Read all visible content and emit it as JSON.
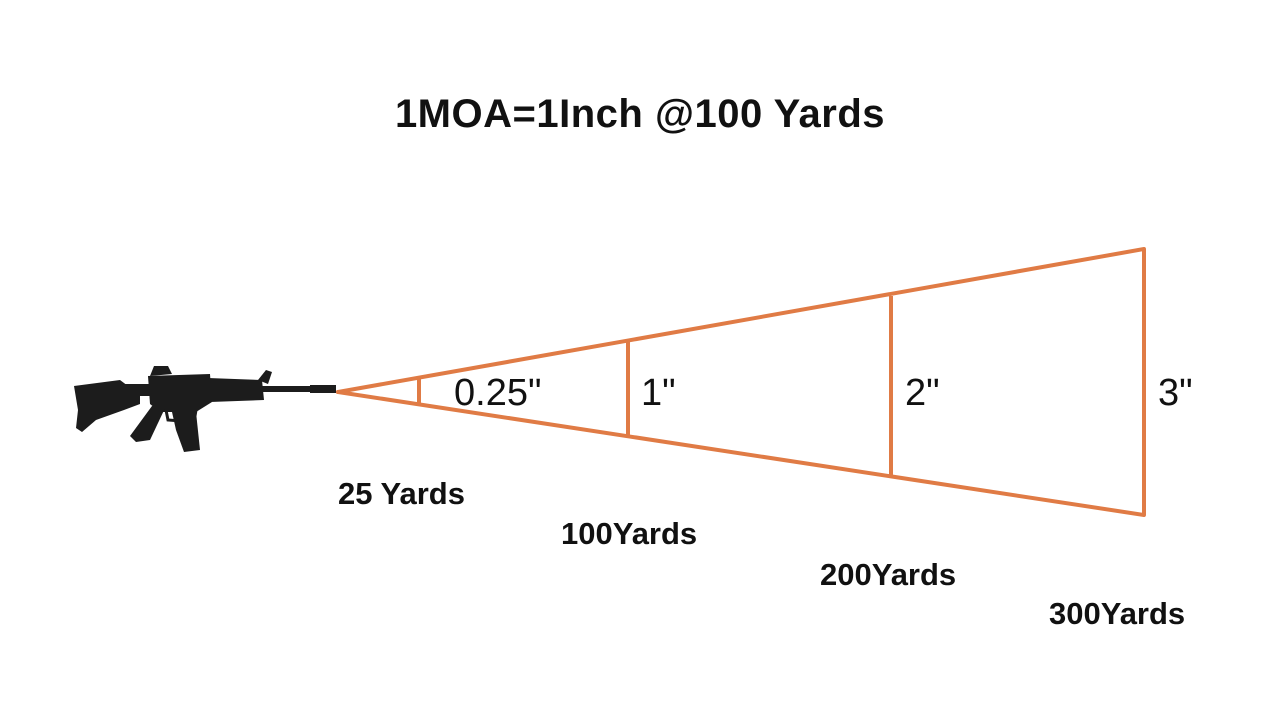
{
  "title": "1MOA=1Inch @100 Yards",
  "line_color": "#E07B45",
  "rifle_icon": "rifle-icon",
  "markers": [
    {
      "size_label": "0.25\"",
      "distance_label": "25 Yards"
    },
    {
      "size_label": "1\"",
      "distance_label": "100Yards"
    },
    {
      "size_label": "2\"",
      "distance_label": "200Yards"
    },
    {
      "size_label": "3\"",
      "distance_label": "300Yards"
    }
  ]
}
